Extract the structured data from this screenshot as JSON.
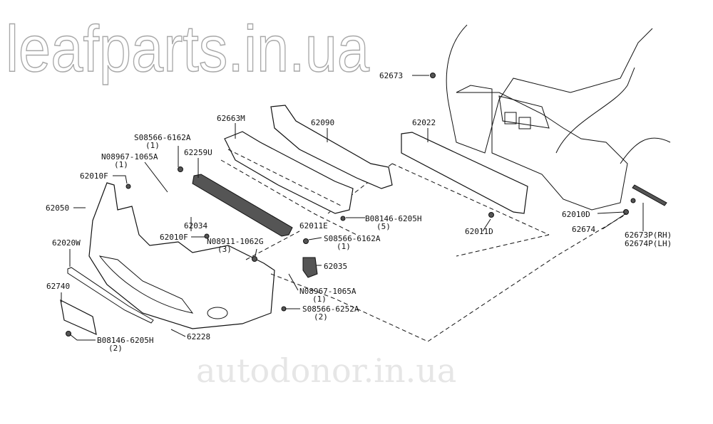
{
  "diagram": {
    "title": "Front bumper assembly parts diagram",
    "watermarks": [
      "leafparts.in.ua",
      "autodonor.in.ua"
    ],
    "labels": {
      "p62673": "62673",
      "p62663M": "62663M",
      "p62090": "62090",
      "p62022": "62022",
      "s6162a_top": "S08566-6162A",
      "s6162a_top_qty": "(1)",
      "n1065a_top": "N08967-1065A",
      "n1065a_top_qty": "(1)",
      "p62259U": "62259U",
      "p62010F_a": "62010F",
      "p62050": "62050",
      "p62034": "62034",
      "p62011E": "62011E",
      "b6205h_mid": "B08146-6205H",
      "b6205h_mid_qty": "(5)",
      "p62010F_b": "62010F",
      "s6162a_mid": "S08566-6162A",
      "s6162a_mid_qty": "(1)",
      "n1062g": "N08911-1062G",
      "n1062g_qty": "(3)",
      "p62020W": "62020W",
      "p62035": "62035",
      "p62740": "62740",
      "n1065a_low": "N08967-1065A",
      "n1065a_low_qty": "(1)",
      "s6252a": "S08566-6252A",
      "s6252a_qty": "(2)",
      "b6205h_low": "B08146-6205H",
      "b6205h_low_qty": "(2)",
      "p62228": "62228",
      "p62011D": "62011D",
      "p62010D": "62010D",
      "p62674": "62674",
      "p62673P": "62673P(RH)",
      "p62674P": "62674P(LH)"
    }
  }
}
